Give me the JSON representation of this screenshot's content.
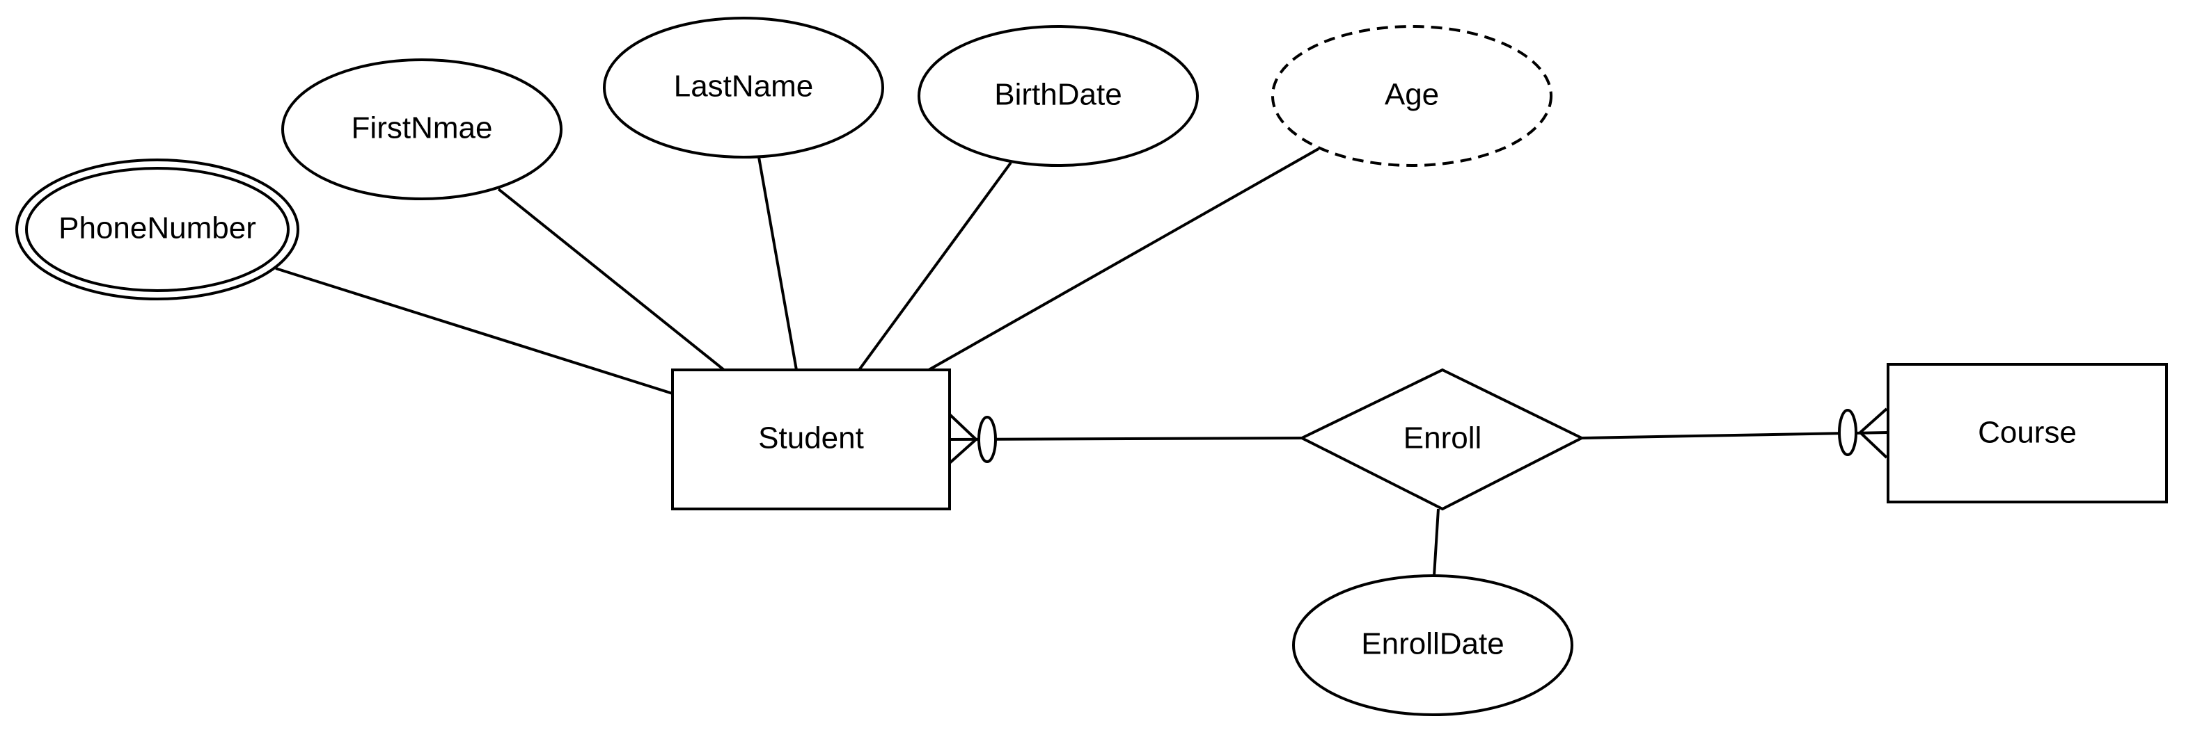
{
  "diagram": {
    "entities": {
      "student": "Student",
      "course": "Course"
    },
    "relationship": {
      "enroll": "Enroll"
    },
    "attributes": {
      "phone_number": "PhoneNumber",
      "first_name": "FirstNmae",
      "last_name": "LastName",
      "birth_date": "BirthDate",
      "age": "Age",
      "enroll_date": "EnrollDate"
    },
    "colors": {
      "stroke": "#000000",
      "background": "#ffffff"
    }
  }
}
